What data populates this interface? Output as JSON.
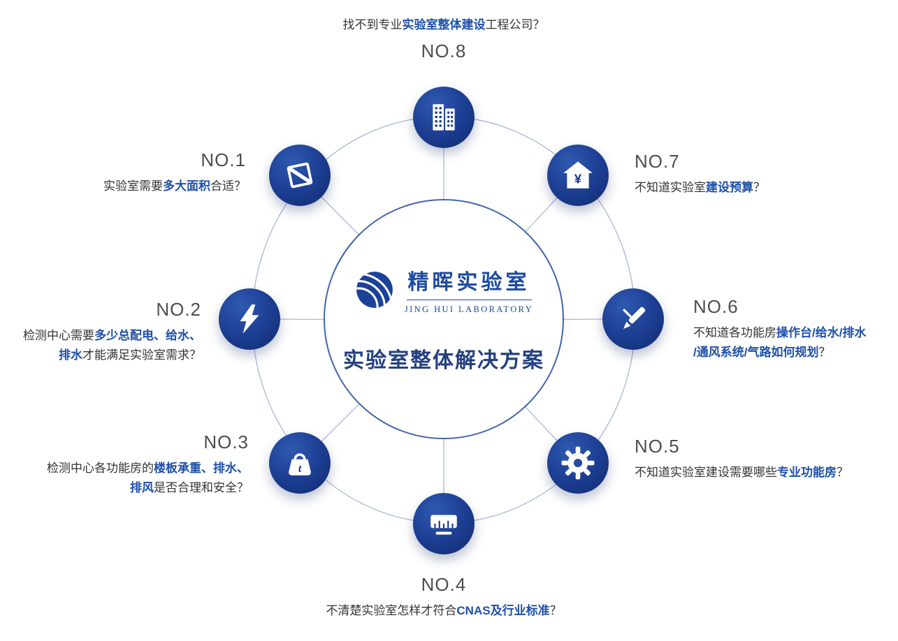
{
  "center": {
    "logo_cn": "精晖实验室",
    "logo_en": "JING HUI LABORATORY",
    "title": "实验室整体解决方案"
  },
  "items": {
    "no1": {
      "num": "NO.1",
      "pre": "实验室需要",
      "hl": "多大面积",
      "post": "合适？",
      "icon": "area-measure-icon"
    },
    "no2": {
      "num": "NO.2",
      "pre": "检测中心需要",
      "hl1": "多少总配电、给水、",
      "hl2": "排水",
      "post": "才能满足实验室需求？",
      "icon": "lightning-icon"
    },
    "no3": {
      "num": "NO.3",
      "pre": "检测中心各功能房的",
      "hl1": "楼板承重、排水、",
      "hl2": "排风",
      "post": "是否合理和安全？",
      "icon": "weight-icon",
      "icon_label": "t"
    },
    "no4": {
      "num": "NO.4",
      "pre": "不清楚实验室怎样才符合",
      "hl": "CNAS及行业标准",
      "post": "？",
      "icon": "ruler-icon"
    },
    "no5": {
      "num": "NO.5",
      "pre": "不知道实验室建设需要哪些",
      "hl": "专业功能房",
      "post": "？",
      "icon": "gear-icon"
    },
    "no6": {
      "num": "NO.6",
      "pre": "不知道各功能房",
      "hl1": "操作台/给水/排水",
      "hl2": "/通风系统/气路如何规划",
      "post": "？",
      "icon": "pen-icon"
    },
    "no7": {
      "num": "NO.7",
      "pre": "不知道实验室",
      "hl": "建设预算",
      "post": "？",
      "icon": "house-budget-icon",
      "icon_label": "¥"
    },
    "no8": {
      "num": "NO.8",
      "pre": "找不到专业",
      "hl": "实验室整体建设",
      "post": "工程公司？",
      "icon": "building-icon"
    }
  },
  "colors": {
    "highlight_blue": "#1e50a8",
    "node_navy_dark": "#102a6e",
    "node_navy_light": "#2e59b0",
    "icon_cutout_navy": "#16347f",
    "ring_line": "#a3b2d4",
    "number_gray": "#4d4d4d",
    "logo_blue": "#1c4aa1",
    "center_border": "#3f62ad",
    "center_title_navy": "#24407e"
  }
}
